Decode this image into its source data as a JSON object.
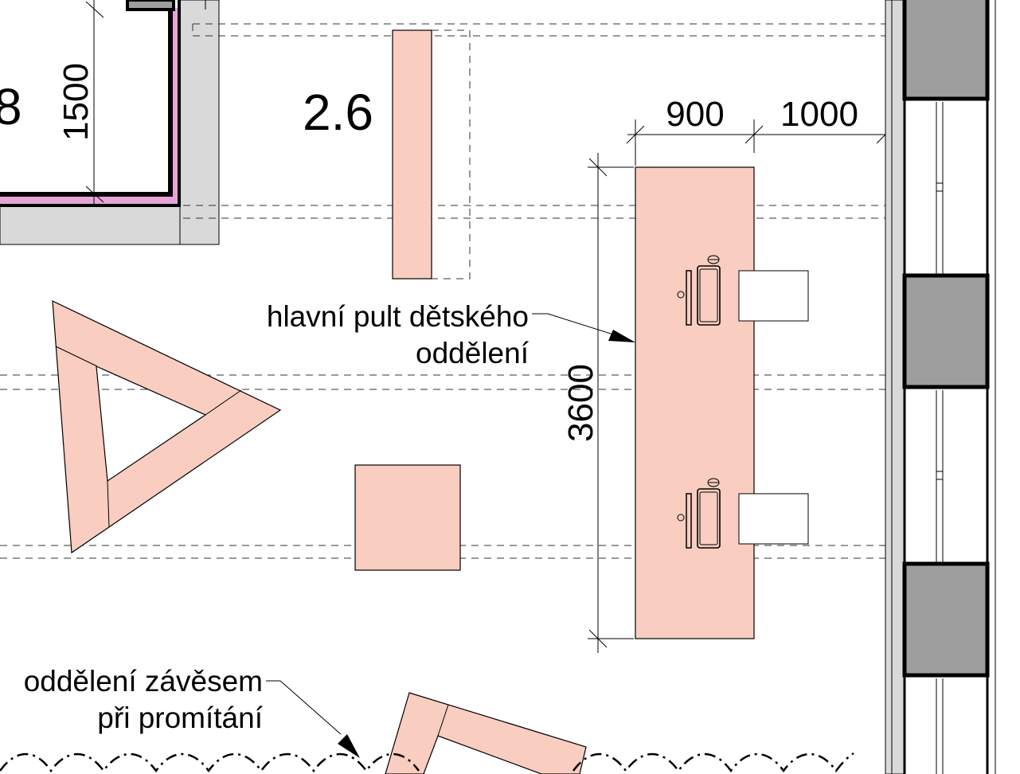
{
  "plan": {
    "room_number": "2.6",
    "room_number_cut": "8",
    "dimensions": {
      "vertical_left": "1500",
      "desk_width": "900",
      "desk_to_wall": "1000",
      "desk_length": "3600"
    },
    "labels": {
      "main_desk_line1": "hlavní pult dětského",
      "main_desk_line2": "oddělení",
      "curtain_line1": "oddělení závěsem",
      "curtain_line2": "při promítání"
    },
    "colors": {
      "furniture_fill": "#f9cdc0",
      "wall_gray": "#d9d9d9",
      "column_gray": "#9e9e9e",
      "insulation_pink": "#e6a4d8"
    }
  }
}
